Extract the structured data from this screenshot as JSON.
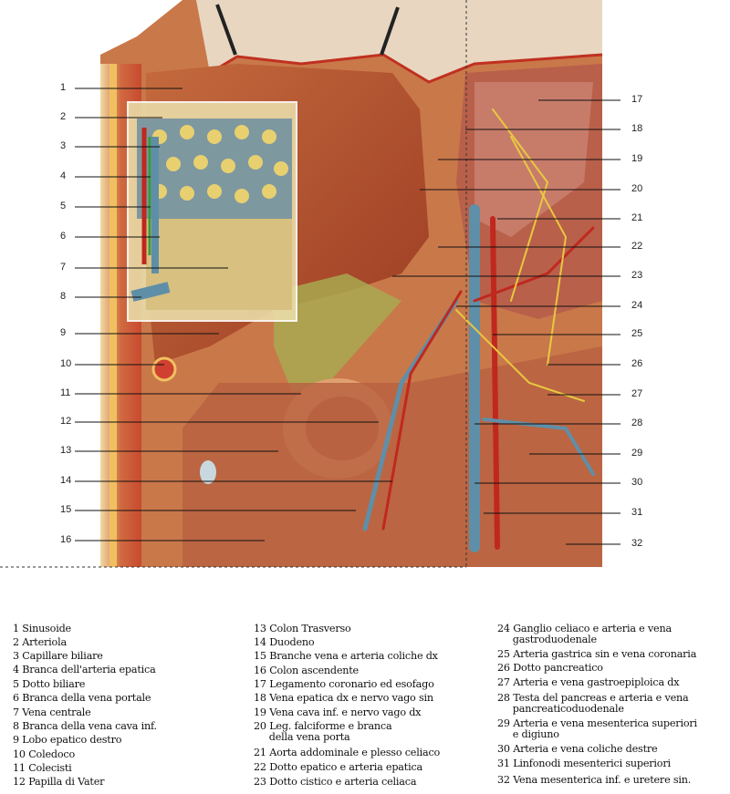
{
  "labels_left": [
    "1",
    "2",
    "3",
    "4",
    "5",
    "6",
    "7",
    "8",
    "9",
    "10",
    "11",
    "12",
    "13",
    "14",
    "15",
    "16"
  ],
  "labels_right": [
    "17",
    "18",
    "19",
    "20",
    "21",
    "22",
    "23",
    "24",
    "25",
    "26",
    "27",
    "28",
    "29",
    "30",
    "31",
    "32"
  ],
  "legend": [
    "1 Sinusoide",
    "2 Arteriola",
    "3 Capillare biliare",
    "4 Branca dell'arteria epatica",
    "5 Dotto biliare",
    "6 Branca della vena portale",
    "7 Vena centrale",
    "8 Branca della vena cava inf.",
    "9 Lobo epatico destro",
    "10 Coledoco",
    "11 Colecisti",
    "12 Papilla di Vater",
    "13 Colon Trasverso",
    "14 Duodeno",
    "15 Branche vena e arteria coliche dx",
    "16 Colon ascendente",
    "17 Legamento coronario ed esofago",
    "18 Vena epatica dx e nervo vago sin",
    "19 Vena cava inf. e nervo vago dx",
    "20 Leg. falciforme e branca\n     della vena porta",
    "21 Aorta addominale e plesso celiaco",
    "22 Dotto epatico e arteria epatica",
    "23 Dotto cistico e arteria celiaca",
    "24 Ganglio celiaco e arteria e vena\n     gastroduodenale",
    "25 Arteria gastrica sin e vena coronaria",
    "26 Dotto pancreatico",
    "27 Arteria e vena gastroepiploica dx",
    "28 Testa del pancreas e arteria e vena\n     pancreaticoduodenale",
    "29 Arteria e vena mesenterica superiori\n     e digiuno",
    "30 Arteria e vena coliche destre",
    "31 Linfonodi mesenterici superiori",
    "32 Vena mesenterica inf. e uretere sin."
  ],
  "colors": {
    "liver": "#b5532e",
    "vein": "#5f8fa8",
    "artery": "#c0281e",
    "nerve": "#e8c840",
    "fat": "#e8c070"
  }
}
